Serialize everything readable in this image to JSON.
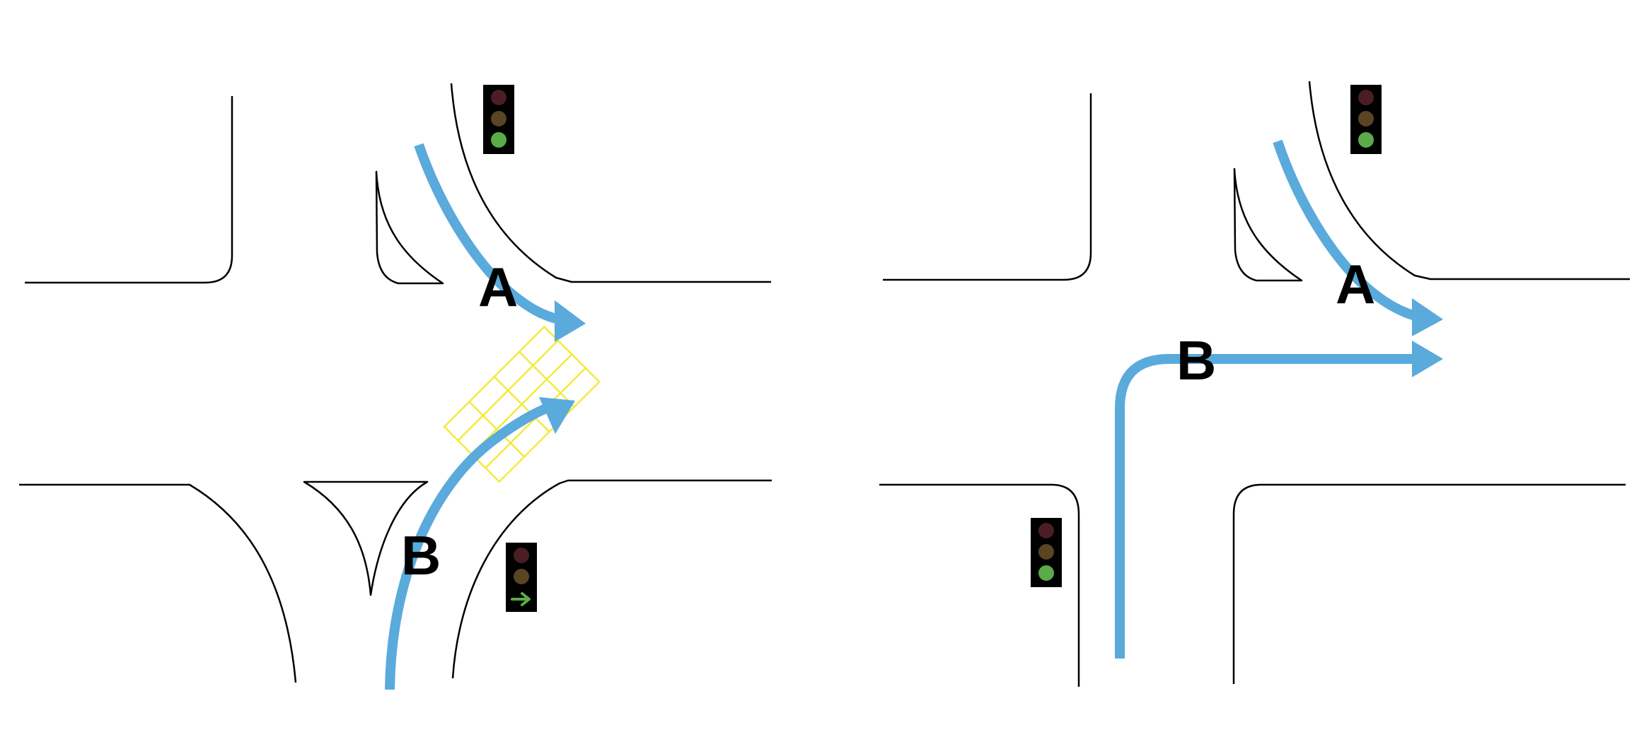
{
  "colors": {
    "path": "#5aaadc",
    "signal_housing": "#000000",
    "signal_red_off": "#4a1e24",
    "signal_yellow_off": "#5a4424",
    "signal_green_on": "#5aac48",
    "zone": "#f4ea3c"
  },
  "left_panel": {
    "route_a_label": "A",
    "route_b_label": "B",
    "signal_top": {
      "red": "off",
      "yellow": "off",
      "green": "on"
    },
    "signal_bottom": {
      "red": "off",
      "yellow": "off",
      "green": "arrow-right"
    }
  },
  "right_panel": {
    "route_a_label": "A",
    "route_b_label": "B",
    "signal_top": {
      "red": "off",
      "yellow": "off",
      "green": "on"
    },
    "signal_bottom": {
      "red": "off",
      "yellow": "off",
      "green": "on"
    }
  }
}
